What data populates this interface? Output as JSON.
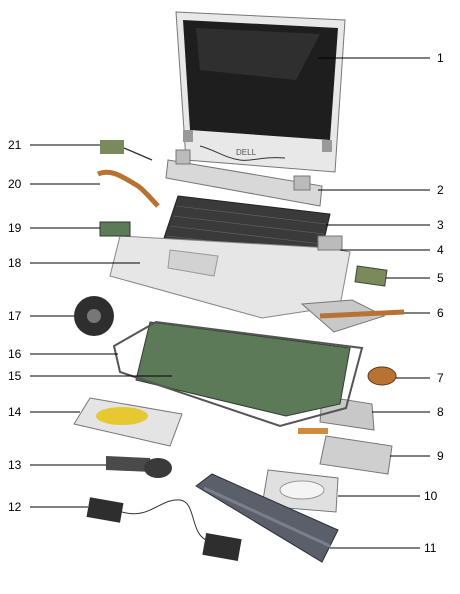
{
  "callouts": [
    {
      "num": "1"
    },
    {
      "num": "2"
    },
    {
      "num": "3"
    },
    {
      "num": "4"
    },
    {
      "num": "5"
    },
    {
      "num": "6"
    },
    {
      "num": "7"
    },
    {
      "num": "8"
    },
    {
      "num": "9"
    },
    {
      "num": "10"
    },
    {
      "num": "11"
    },
    {
      "num": "12"
    },
    {
      "num": "13"
    },
    {
      "num": "14"
    },
    {
      "num": "15"
    },
    {
      "num": "16"
    },
    {
      "num": "17"
    },
    {
      "num": "18"
    },
    {
      "num": "19"
    },
    {
      "num": "20"
    },
    {
      "num": "21"
    }
  ],
  "display_logo": "DELL",
  "colors": {
    "bezel": "#e8e8e8",
    "screen": "#1e1e1e",
    "silver": "#d0d0d0",
    "dark": "#3a3a3a",
    "pcb": "#5c7a58",
    "copper": "#b87333",
    "battery": "#5b5f6a",
    "line": "#000000"
  }
}
